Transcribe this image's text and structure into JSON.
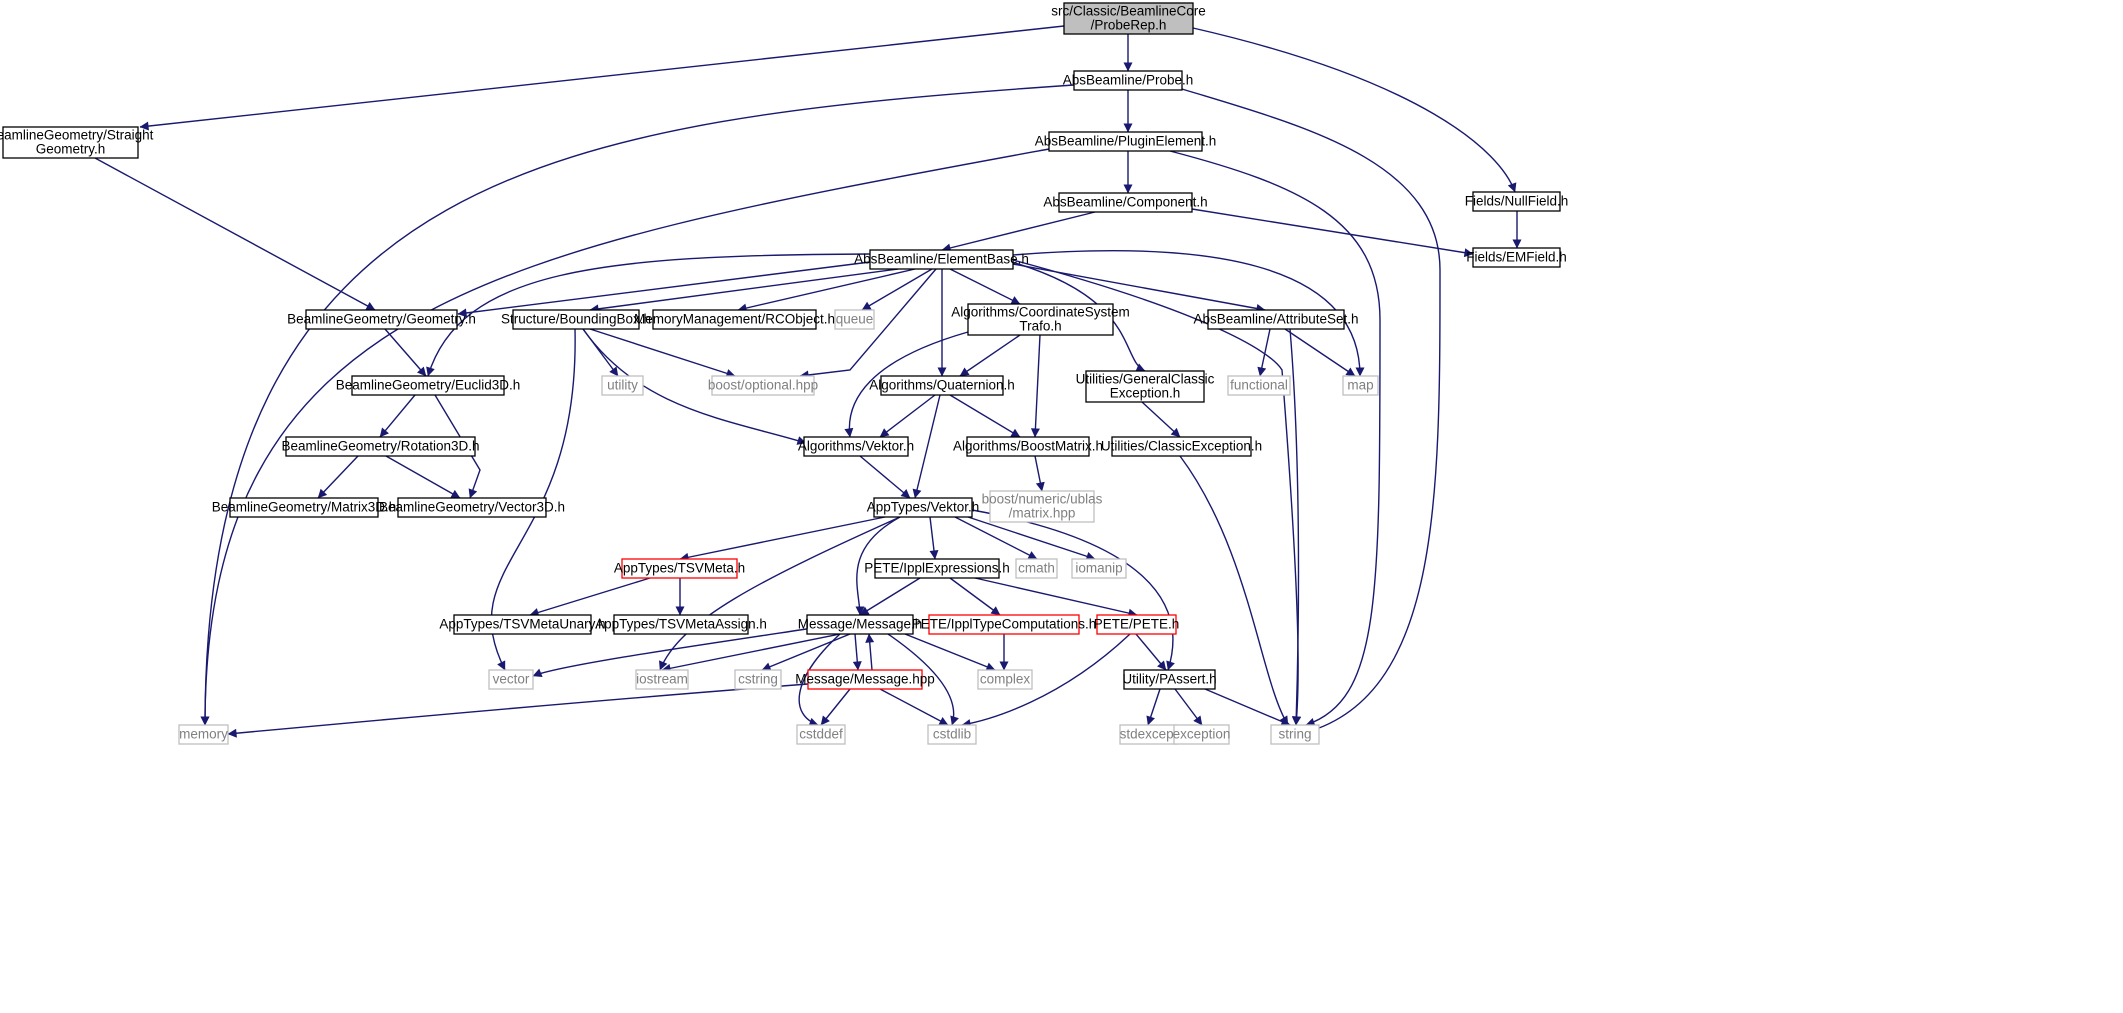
{
  "graph": {
    "colors": {
      "edge": "#191970",
      "root_fill": "#bfbfbf",
      "node_border": "#000000",
      "system_border": "#bfbfbf",
      "system_text": "#808080",
      "red_border": "#ff0000",
      "text": "#000000"
    },
    "nodes": [
      {
        "id": "root",
        "lines": [
          "src/Classic/BeamlineCore",
          "/ProbeRep.h"
        ],
        "kind": "root"
      },
      {
        "id": "probe",
        "lines": [
          "AbsBeamline/Probe.h"
        ],
        "kind": "normal"
      },
      {
        "id": "straightgeom",
        "lines": [
          "BeamlineGeometry/Straight",
          "Geometry.h"
        ],
        "kind": "normal"
      },
      {
        "id": "nullfield",
        "lines": [
          "Fields/NullField.h"
        ],
        "kind": "normal"
      },
      {
        "id": "plugin",
        "lines": [
          "AbsBeamline/PluginElement.h"
        ],
        "kind": "normal"
      },
      {
        "id": "component",
        "lines": [
          "AbsBeamline/Component.h"
        ],
        "kind": "normal"
      },
      {
        "id": "emfield",
        "lines": [
          "Fields/EMField.h"
        ],
        "kind": "normal"
      },
      {
        "id": "elementbase",
        "lines": [
          "AbsBeamline/ElementBase.h"
        ],
        "kind": "normal"
      },
      {
        "id": "geometry",
        "lines": [
          "BeamlineGeometry/Geometry.h"
        ],
        "kind": "normal"
      },
      {
        "id": "boundingbox",
        "lines": [
          "Structure/BoundingBox.h"
        ],
        "kind": "normal"
      },
      {
        "id": "rcobject",
        "lines": [
          "MemoryManagement/RCObject.h"
        ],
        "kind": "normal"
      },
      {
        "id": "queue",
        "lines": [
          "queue"
        ],
        "kind": "system"
      },
      {
        "id": "coordtrafo",
        "lines": [
          "Algorithms/CoordinateSystem",
          "Trafo.h"
        ],
        "kind": "normal"
      },
      {
        "id": "attributeset",
        "lines": [
          "AbsBeamline/AttributeSet.h"
        ],
        "kind": "normal"
      },
      {
        "id": "euclid",
        "lines": [
          "BeamlineGeometry/Euclid3D.h"
        ],
        "kind": "normal"
      },
      {
        "id": "utility",
        "lines": [
          "utility"
        ],
        "kind": "system"
      },
      {
        "id": "boostoptional",
        "lines": [
          "boost/optional.hpp"
        ],
        "kind": "system"
      },
      {
        "id": "quaternion",
        "lines": [
          "Algorithms/Quaternion.h"
        ],
        "kind": "normal"
      },
      {
        "id": "genclassicexc",
        "lines": [
          "Utilities/GeneralClassic",
          "Exception.h"
        ],
        "kind": "normal"
      },
      {
        "id": "functional",
        "lines": [
          "functional"
        ],
        "kind": "system"
      },
      {
        "id": "map",
        "lines": [
          "map"
        ],
        "kind": "system"
      },
      {
        "id": "rotation",
        "lines": [
          "BeamlineGeometry/Rotation3D.h"
        ],
        "kind": "normal"
      },
      {
        "id": "algvektor",
        "lines": [
          "Algorithms/Vektor.h"
        ],
        "kind": "normal"
      },
      {
        "id": "boostmatrix",
        "lines": [
          "Algorithms/BoostMatrix.h"
        ],
        "kind": "normal"
      },
      {
        "id": "classicexc",
        "lines": [
          "Utilities/ClassicException.h"
        ],
        "kind": "normal"
      },
      {
        "id": "matrix3d",
        "lines": [
          "BeamlineGeometry/Matrix3D.h"
        ],
        "kind": "normal"
      },
      {
        "id": "vector3d",
        "lines": [
          "BeamlineGeometry/Vector3D.h"
        ],
        "kind": "normal"
      },
      {
        "id": "ublasmatrix",
        "lines": [
          "boost/numeric/ublas",
          "/matrix.hpp"
        ],
        "kind": "system"
      },
      {
        "id": "appvektor",
        "lines": [
          "AppTypes/Vektor.h"
        ],
        "kind": "normal"
      },
      {
        "id": "tsvmeta",
        "lines": [
          "AppTypes/TSVMeta.h"
        ],
        "kind": "red"
      },
      {
        "id": "ipplexpr",
        "lines": [
          "PETE/IpplExpressions.h"
        ],
        "kind": "normal"
      },
      {
        "id": "cmath",
        "lines": [
          "cmath"
        ],
        "kind": "system"
      },
      {
        "id": "iomanip",
        "lines": [
          "iomanip"
        ],
        "kind": "system"
      },
      {
        "id": "tsvunary",
        "lines": [
          "AppTypes/TSVMetaUnary.h"
        ],
        "kind": "normal"
      },
      {
        "id": "tsvassign",
        "lines": [
          "AppTypes/TSVMetaAssign.h"
        ],
        "kind": "normal"
      },
      {
        "id": "message",
        "lines": [
          "Message/Message.h"
        ],
        "kind": "normal"
      },
      {
        "id": "ippltype",
        "lines": [
          "PETE/IpplTypeComputations.h"
        ],
        "kind": "red"
      },
      {
        "id": "pete",
        "lines": [
          "PETE/PETE.h"
        ],
        "kind": "red"
      },
      {
        "id": "vector",
        "lines": [
          "vector"
        ],
        "kind": "system"
      },
      {
        "id": "iostream",
        "lines": [
          "iostream"
        ],
        "kind": "system"
      },
      {
        "id": "cstring",
        "lines": [
          "cstring"
        ],
        "kind": "system"
      },
      {
        "id": "messagehpp",
        "lines": [
          "Message/Message.hpp"
        ],
        "kind": "red"
      },
      {
        "id": "complex",
        "lines": [
          "complex"
        ],
        "kind": "system"
      },
      {
        "id": "passert",
        "lines": [
          "Utility/PAssert.h"
        ],
        "kind": "normal"
      },
      {
        "id": "memory",
        "lines": [
          "memory"
        ],
        "kind": "system"
      },
      {
        "id": "cstddef",
        "lines": [
          "cstddef"
        ],
        "kind": "system"
      },
      {
        "id": "cstdlib",
        "lines": [
          "cstdlib"
        ],
        "kind": "system"
      },
      {
        "id": "stdexcept",
        "lines": [
          "stdexcept"
        ],
        "kind": "system"
      },
      {
        "id": "exception",
        "lines": [
          "exception"
        ],
        "kind": "system"
      },
      {
        "id": "string",
        "lines": [
          "string"
        ],
        "kind": "system"
      }
    ],
    "edges": [
      [
        "root",
        "probe"
      ],
      [
        "root",
        "straightgeom"
      ],
      [
        "root",
        "nullfield"
      ],
      [
        "probe",
        "memory"
      ],
      [
        "probe",
        "plugin"
      ],
      [
        "probe",
        "string"
      ],
      [
        "straightgeom",
        "geometry"
      ],
      [
        "nullfield",
        "emfield"
      ],
      [
        "plugin",
        "memory"
      ],
      [
        "plugin",
        "component"
      ],
      [
        "plugin",
        "string"
      ],
      [
        "component",
        "elementbase"
      ],
      [
        "component",
        "emfield"
      ],
      [
        "elementbase",
        "geometry"
      ],
      [
        "elementbase",
        "euclid"
      ],
      [
        "elementbase",
        "boundingbox"
      ],
      [
        "elementbase",
        "rcobject"
      ],
      [
        "elementbase",
        "queue"
      ],
      [
        "elementbase",
        "boostoptional"
      ],
      [
        "elementbase",
        "quaternion"
      ],
      [
        "elementbase",
        "coordtrafo"
      ],
      [
        "elementbase",
        "genclassicexc"
      ],
      [
        "elementbase",
        "attributeset"
      ],
      [
        "elementbase",
        "map"
      ],
      [
        "elementbase",
        "string"
      ],
      [
        "geometry",
        "euclid"
      ],
      [
        "euclid",
        "rotation"
      ],
      [
        "euclid",
        "vector3d"
      ],
      [
        "rotation",
        "matrix3d"
      ],
      [
        "rotation",
        "vector3d"
      ],
      [
        "boundingbox",
        "utility"
      ],
      [
        "boundingbox",
        "boostoptional"
      ],
      [
        "boundingbox",
        "algvektor"
      ],
      [
        "boundingbox",
        "vector"
      ],
      [
        "coordtrafo",
        "quaternion"
      ],
      [
        "coordtrafo",
        "algvektor"
      ],
      [
        "coordtrafo",
        "boostmatrix"
      ],
      [
        "quaternion",
        "algvektor"
      ],
      [
        "quaternion",
        "boostmatrix"
      ],
      [
        "quaternion",
        "appvektor"
      ],
      [
        "algvektor",
        "appvektor"
      ],
      [
        "boostmatrix",
        "ublasmatrix"
      ],
      [
        "attributeset",
        "functional"
      ],
      [
        "attributeset",
        "map"
      ],
      [
        "attributeset",
        "string"
      ],
      [
        "genclassicexc",
        "classicexc"
      ],
      [
        "classicexc",
        "string"
      ],
      [
        "appvektor",
        "tsvmeta"
      ],
      [
        "appvektor",
        "ipplexpr"
      ],
      [
        "appvektor",
        "cmath"
      ],
      [
        "appvektor",
        "iomanip"
      ],
      [
        "appvektor",
        "message"
      ],
      [
        "appvektor",
        "iostream"
      ],
      [
        "appvektor",
        "passert"
      ],
      [
        "tsvmeta",
        "tsvunary"
      ],
      [
        "tsvmeta",
        "tsvassign"
      ],
      [
        "ipplexpr",
        "message"
      ],
      [
        "ipplexpr",
        "ippltype"
      ],
      [
        "ipplexpr",
        "pete"
      ],
      [
        "ippltype",
        "complex"
      ],
      [
        "pete",
        "passert"
      ],
      [
        "pete",
        "cstdlib"
      ],
      [
        "message",
        "vector"
      ],
      [
        "message",
        "iostream"
      ],
      [
        "message",
        "cstring"
      ],
      [
        "message",
        "messagehpp"
      ],
      [
        "message",
        "complex"
      ],
      [
        "message",
        "cstddef"
      ],
      [
        "message",
        "cstdlib"
      ],
      [
        "messagehpp",
        "message"
      ],
      [
        "messagehpp",
        "memory"
      ],
      [
        "messagehpp",
        "cstddef"
      ],
      [
        "messagehpp",
        "cstdlib"
      ],
      [
        "passert",
        "stdexcept"
      ],
      [
        "passert",
        "exception"
      ],
      [
        "passert",
        "string"
      ]
    ]
  }
}
